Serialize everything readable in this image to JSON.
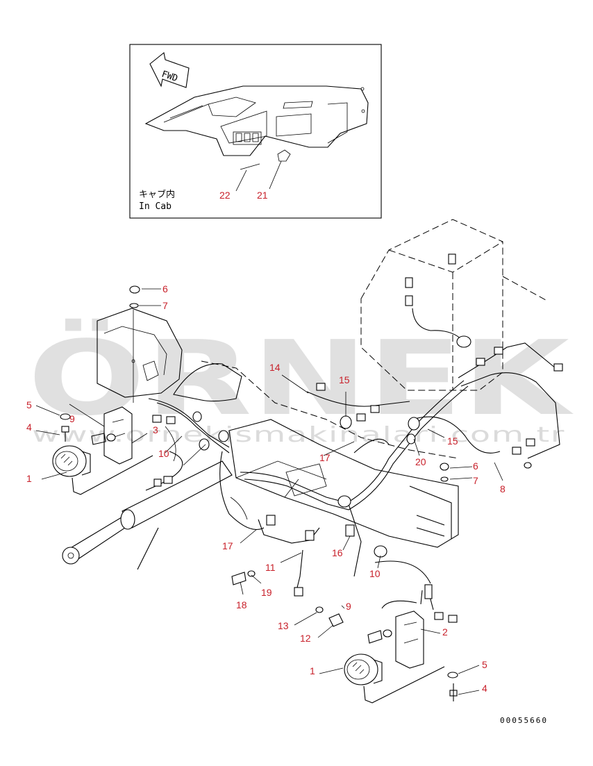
{
  "inset": {
    "fwd_label": "FWD",
    "caption_jp": "キャブ内",
    "caption_en": "In Cab"
  },
  "watermark": {
    "brand": "ÖRNEK",
    "site": "www.ornekismakinalari.com.tr"
  },
  "drawing_code": "00055660",
  "callouts": [
    {
      "id": "c22",
      "label": "22"
    },
    {
      "id": "c21",
      "label": "21"
    },
    {
      "id": "c6a",
      "label": "6"
    },
    {
      "id": "c7a",
      "label": "7"
    },
    {
      "id": "c14",
      "label": "14"
    },
    {
      "id": "c15a",
      "label": "15"
    },
    {
      "id": "c5a",
      "label": "5"
    },
    {
      "id": "c9a",
      "label": "9"
    },
    {
      "id": "c4a",
      "label": "4"
    },
    {
      "id": "c3",
      "label": "3"
    },
    {
      "id": "c10a",
      "label": "10"
    },
    {
      "id": "c17a",
      "label": "17"
    },
    {
      "id": "c15b",
      "label": "15"
    },
    {
      "id": "c20",
      "label": "20"
    },
    {
      "id": "c6b",
      "label": "6"
    },
    {
      "id": "c7b",
      "label": "7"
    },
    {
      "id": "c8",
      "label": "8"
    },
    {
      "id": "c1a",
      "label": "1"
    },
    {
      "id": "c17b",
      "label": "17"
    },
    {
      "id": "c16",
      "label": "16"
    },
    {
      "id": "c11",
      "label": "11"
    },
    {
      "id": "c10b",
      "label": "10"
    },
    {
      "id": "c19",
      "label": "19"
    },
    {
      "id": "c18",
      "label": "18"
    },
    {
      "id": "c9b",
      "label": "9"
    },
    {
      "id": "c13",
      "label": "13"
    },
    {
      "id": "c12",
      "label": "12"
    },
    {
      "id": "c2",
      "label": "2"
    },
    {
      "id": "c1b",
      "label": "1"
    },
    {
      "id": "c5b",
      "label": "5"
    },
    {
      "id": "c4b",
      "label": "4"
    }
  ]
}
